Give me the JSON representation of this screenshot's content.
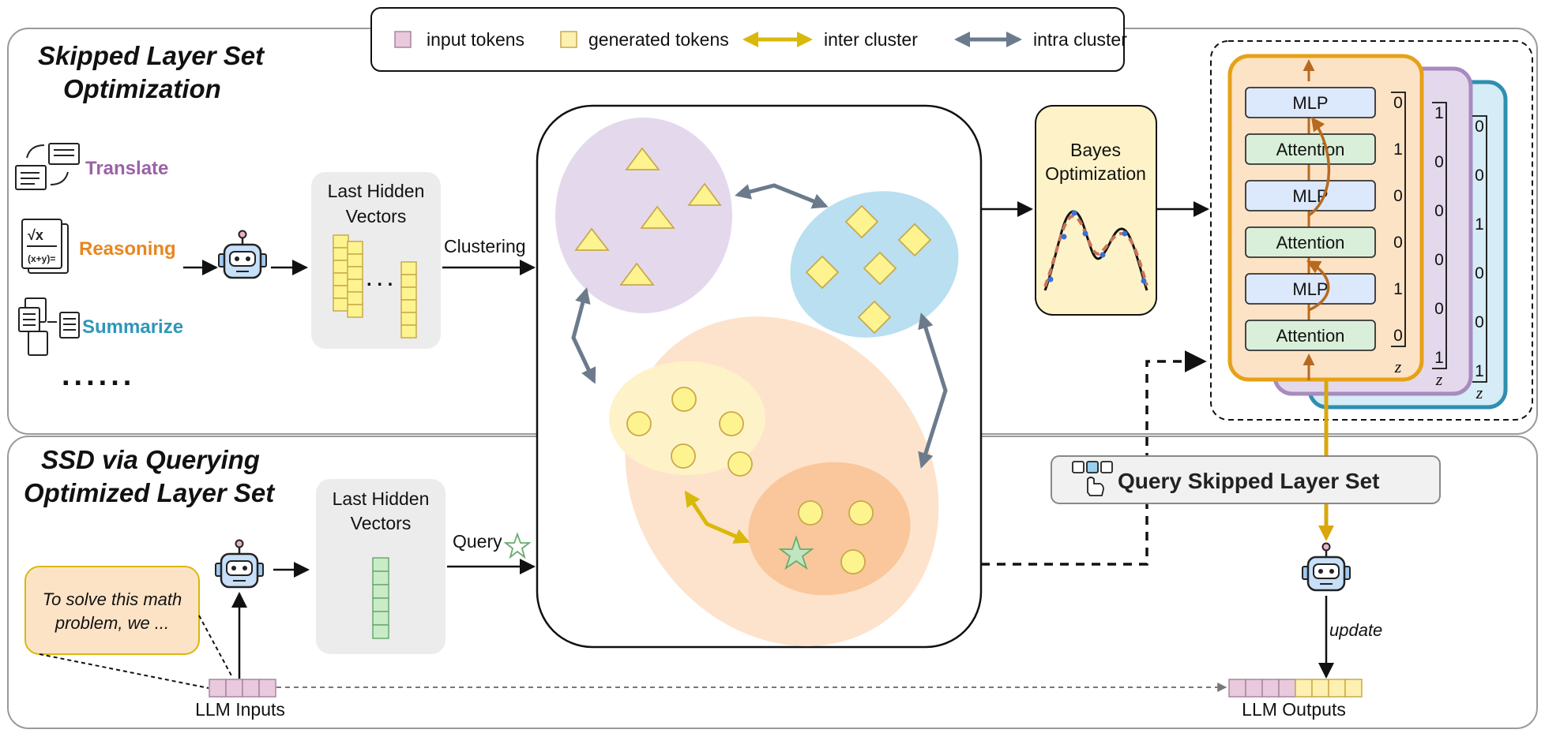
{
  "legend": {
    "input_tokens": "input tokens",
    "generated_tokens": "generated tokens",
    "inter_cluster": "inter cluster",
    "intra_cluster": "intra cluster"
  },
  "sections": {
    "top_line1": "Skipped Layer Set",
    "top_line2": "Optimization",
    "bottom_line1": "SSD via Querying",
    "bottom_line2": "Optimized Layer Set"
  },
  "tasks": {
    "translate": "Translate",
    "reasoning": "Reasoning",
    "summarize": "Summarize",
    "more": "......"
  },
  "icons": {
    "robot": "robot-icon",
    "translate": "translate-icon",
    "reasoning": "math-sheet-icon",
    "summarize": "documents-icon",
    "query": "hand-pointer-icon"
  },
  "vectors": {
    "top_line1": "Last Hidden",
    "top_line2": "Vectors",
    "bottom_line1": "Last Hidden",
    "bottom_line2": "Vectors",
    "dots": ". . ."
  },
  "labels": {
    "clustering": "Clustering",
    "query": "Query",
    "bayes_line1": "Bayes",
    "bayes_line2": "Optimization",
    "query_skipped": "Query Skipped Layer Set",
    "update": "update",
    "llm_inputs": "LLM Inputs",
    "llm_outputs": "LLM Outputs",
    "prompt_line1": "To solve this math",
    "prompt_line2": "problem, we ..."
  },
  "layers": [
    "MLP",
    "Attention",
    "MLP",
    "Attention",
    "MLP",
    "Attention"
  ],
  "z_front": [
    "0",
    "1",
    "0",
    "0",
    "1",
    "0"
  ],
  "z_middle": [
    "1",
    "0",
    "0",
    "0",
    "0",
    "1"
  ],
  "z_back": [
    "0",
    "0",
    "1",
    "0",
    "0",
    "1"
  ],
  "z_label": "z",
  "colors": {
    "purple_cluster": "#e4d9ec",
    "blue_cluster": "#b9dff0",
    "orange_cluster": "#fde3cc",
    "yellow_subcluster": "#fef3c8",
    "deep_orange_subcluster": "#f9c79b",
    "shape_fill": "#fdf48f",
    "inter_arrow": "#d9b80c",
    "intra_arrow": "#6b7b8c",
    "front_card": "#fde3c6",
    "front_border": "#e6a117",
    "middle_border": "#a78bc0",
    "back_border": "#2f8fb0",
    "mlp_box": "#dce8fb",
    "attention_box": "#d9efd9",
    "translate_text": "#9a62a8",
    "reasoning_text": "#e8861f",
    "summarize_text": "#2d97b7"
  }
}
